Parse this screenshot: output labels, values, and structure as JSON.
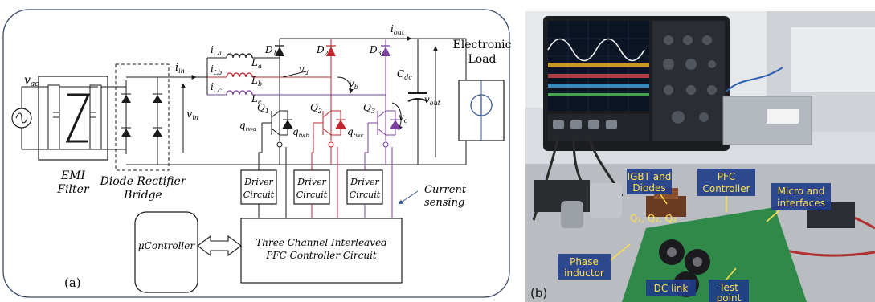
{
  "panel_a": {
    "tag": "(a)",
    "blocks": {
      "emi_line1": "EMI",
      "emi_line2": "Filter",
      "bridge_line1": "Diode Rectifier",
      "bridge_line2": "Bridge",
      "driver_line1": "Driver",
      "driver_line2": "Circuit",
      "load_line1": "Electronic",
      "load_line2": "Load",
      "controller": "μController",
      "pfc_line1": "Three Channel Interleaved",
      "pfc_line2": "PFC Controller Circuit",
      "current_line1": "Current",
      "current_line2": "sensing"
    },
    "symbols": {
      "vac": "v",
      "vac_sub": "ac",
      "vin": "v",
      "vin_sub": "in",
      "iin": "i",
      "iin_sub": "in",
      "iLa": "i",
      "iLa_sub": "La",
      "iLb": "i",
      "iLb_sub": "Lb",
      "iLc": "i",
      "iLc_sub": "Lc",
      "La": "L",
      "La_sub": "a",
      "Lb": "L",
      "Lb_sub": "b",
      "Lc": "L",
      "Lc_sub": "c",
      "D1": "D",
      "D1_sub": "1",
      "D2": "D",
      "D2_sub": "2",
      "D3": "D",
      "D3_sub": "3",
      "va": "v",
      "va_sub": "a",
      "vb": "v",
      "vb_sub": "b",
      "vc": "v",
      "vc_sub": "c",
      "Q1": "Q",
      "Q1_sub": "1",
      "Q2": "Q",
      "Q2_sub": "2",
      "Q3": "Q",
      "Q3_sub": "3",
      "qtwa": "q",
      "qtwa_sub": "twa",
      "qtwb": "q",
      "qtwb_sub": "twb",
      "qtwc": "q",
      "qtwc_sub": "twc",
      "iout": "i",
      "iout_sub": "out",
      "vout": "v",
      "vout_sub": "out",
      "Cdc": "C",
      "Cdc_sub": "dc"
    },
    "colors": {
      "phase_a": "#1a1a1a",
      "phase_b": "#c0262c",
      "phase_c": "#7b3fa0",
      "frame": "#3a4a6a",
      "accent_blue": "#3a5a9a"
    }
  },
  "panel_b": {
    "tag": "(b)",
    "labels": {
      "igbt_line1": "IGBT and",
      "igbt_line2": "Diodes",
      "pfc_line1": "PFC",
      "pfc_line2": "Controller",
      "micro_line1": "Micro and",
      "micro_line2": "interfaces",
      "q_labels": "Q₁, Q₂, Q₃",
      "phase_line1": "Phase",
      "phase_line2": "inductor",
      "dclink": "DC link",
      "test_line1": "Test",
      "test_line2": "point"
    },
    "colors": {
      "label_fill": "#1f3b8a",
      "label_text": "#ffe14a",
      "pcb": "#2f8a4a"
    }
  }
}
